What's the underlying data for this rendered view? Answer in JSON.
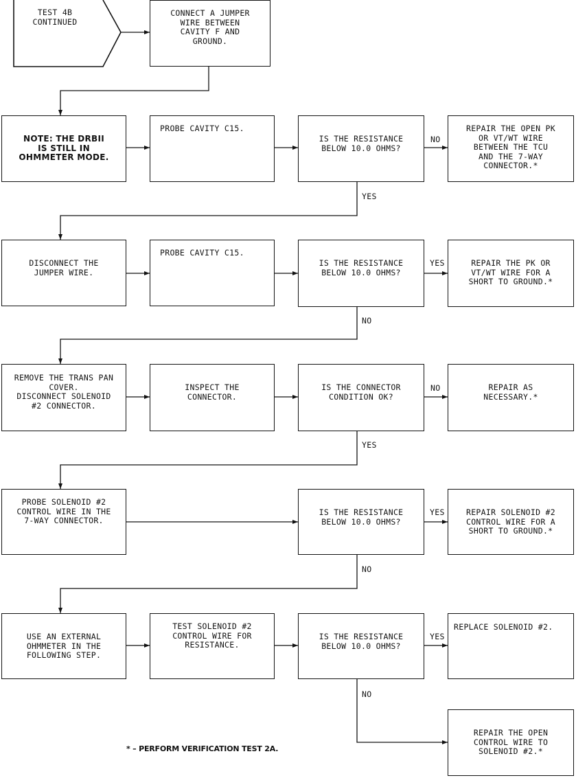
{
  "start": "TEST 4B\nCONTINUED",
  "row0": {
    "connect": "CONNECT A JUMPER\nWIRE BETWEEN\nCAVITY F AND\nGROUND."
  },
  "row1": {
    "note": "NOTE:  THE DRBII\nIS STILL IN\nOHMMETER MODE.",
    "probe": "PROBE CAVITY C15.",
    "question": "IS THE RESISTANCE\nBELOW 10.0 OHMS?",
    "branch": "NO",
    "result": "REPAIR THE OPEN PK\nOR VT/WT WIRE\nBETWEEN THE TCU\nAND THE 7-WAY\nCONNECTOR.*",
    "down": "YES"
  },
  "row2": {
    "disconnect": "DISCONNECT THE\nJUMPER WIRE.",
    "probe": "PROBE CAVITY C15.",
    "question": "IS THE RESISTANCE\nBELOW 10.0 OHMS?",
    "branch": "YES",
    "result": "REPAIR THE PK OR\nVT/WT WIRE FOR A\nSHORT TO GROUND.*",
    "down": "NO"
  },
  "row3": {
    "remove": "REMOVE THE TRANS PAN\nCOVER.\nDISCONNECT SOLENOID\n#2 CONNECTOR.",
    "inspect": "INSPECT THE\nCONNECTOR.",
    "question": "IS THE CONNECTOR\nCONDITION OK?",
    "branch": "NO",
    "result": "REPAIR AS\nNECESSARY.*",
    "down": "YES"
  },
  "row4": {
    "probe": "PROBE SOLENOID #2\nCONTROL WIRE IN THE\n7-WAY CONNECTOR.",
    "question": "IS THE RESISTANCE\nBELOW 10.0 OHMS?",
    "branch": "YES",
    "result": "REPAIR SOLENOID #2\nCONTROL WIRE FOR A\nSHORT TO GROUND.*",
    "down": "NO"
  },
  "row5": {
    "use": "USE AN EXTERNAL\nOHMMETER IN THE\nFOLLOWING STEP.",
    "test": "TEST SOLENOID #2\nCONTROL WIRE FOR\nRESISTANCE.",
    "question": "IS THE RESISTANCE\nBELOW 10.0 OHMS?",
    "branch": "YES",
    "result": "REPLACE SOLENOID #2.",
    "down": "NO"
  },
  "final": "REPAIR THE OPEN\nCONTROL WIRE TO\nSOLENOID #2.*",
  "footnote": "* – PERFORM VERIFICATION TEST 2A."
}
